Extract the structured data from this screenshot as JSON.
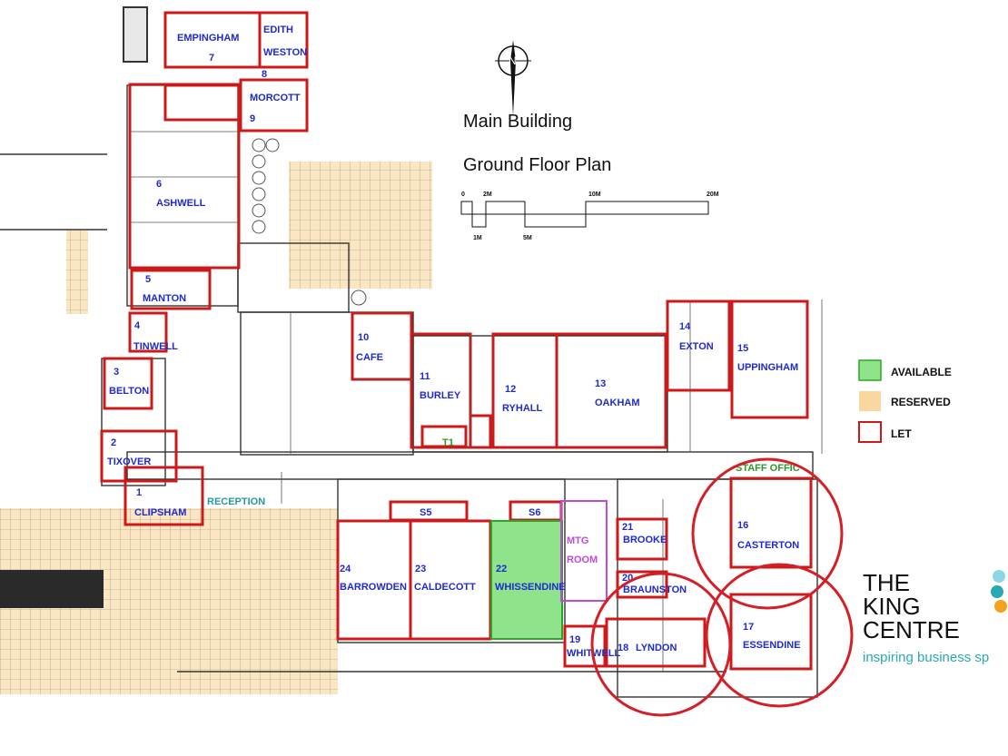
{
  "title": {
    "building": "Main Building",
    "floor": "Ground Floor Plan"
  },
  "scale": {
    "labels": [
      "0",
      "2M",
      "10M",
      "20M"
    ],
    "sub_labels": [
      "1M",
      "5M"
    ]
  },
  "legend": [
    {
      "label": "AVAILABLE",
      "color": "#8fe38a",
      "border": "#28a828"
    },
    {
      "label": "RESERVED",
      "color": "#fbd7a0",
      "border": "#fbd7a0"
    },
    {
      "label": "LET",
      "color": "#ffffff",
      "border": "#cc1a1a"
    }
  ],
  "colors": {
    "let_border": "#cc1a1a",
    "available_fill": "#8fe38a",
    "reserved_fill": "#fbd7a0",
    "mtg_border": "#c04ad8",
    "circle": "#d51f26",
    "label": "#1f2ad0",
    "logo_accent": "#27a9b4"
  },
  "rooms": [
    {
      "num": "7",
      "name": "EMPINGHAM",
      "status": "let"
    },
    {
      "num": "8",
      "name": "EDITH WESTON",
      "status": "let"
    },
    {
      "num": "9",
      "name": "MORCOTT",
      "status": "let"
    },
    {
      "num": "6",
      "name": "ASHWELL",
      "status": "let"
    },
    {
      "num": "5",
      "name": "MANTON",
      "status": "let"
    },
    {
      "num": "4",
      "name": "TINWELL",
      "status": "let"
    },
    {
      "num": "3",
      "name": "BELTON",
      "status": "let"
    },
    {
      "num": "2",
      "name": "TIXOVER",
      "status": "let"
    },
    {
      "num": "1",
      "name": "CLIPSHAM",
      "status": "let"
    },
    {
      "num": "10",
      "name": "CAFE",
      "status": "let"
    },
    {
      "num": "11",
      "name": "BURLEY",
      "status": "let"
    },
    {
      "num": "12",
      "name": "RYHALL",
      "status": "let"
    },
    {
      "num": "13",
      "name": "OAKHAM",
      "status": "let"
    },
    {
      "num": "14",
      "name": "EXTON",
      "status": "let"
    },
    {
      "num": "15",
      "name": "UPPINGHAM",
      "status": "let"
    },
    {
      "num": "16",
      "name": "CASTERTON",
      "status": "let"
    },
    {
      "num": "17",
      "name": "ESSENDINE",
      "status": "let"
    },
    {
      "num": "18",
      "name": "LYNDON",
      "status": "let"
    },
    {
      "num": "19",
      "name": "WHITWELL",
      "status": "let"
    },
    {
      "num": "20",
      "name": "BRAUNSTON",
      "status": "let"
    },
    {
      "num": "21",
      "name": "BROOKE",
      "status": "let"
    },
    {
      "num": "22",
      "name": "WHISSENDINE",
      "status": "available"
    },
    {
      "num": "23",
      "name": "CALDECOTT",
      "status": "let"
    },
    {
      "num": "24",
      "name": "BARROWDEN",
      "status": "let"
    },
    {
      "num": "",
      "name": "MTG ROOM",
      "status": "meeting"
    },
    {
      "num": "",
      "name": "S5",
      "status": "let"
    },
    {
      "num": "",
      "name": "S6",
      "status": "let"
    },
    {
      "num": "",
      "name": "STAFF OFFIC",
      "status": "label-green"
    },
    {
      "num": "",
      "name": "RECEPTION",
      "status": "label-green"
    },
    {
      "num": "T1",
      "name": "",
      "status": "label-green"
    }
  ],
  "logo": {
    "line1": "THE",
    "line2": "KING",
    "line3": "CENTRE",
    "tagline": "inspiring business sp"
  }
}
